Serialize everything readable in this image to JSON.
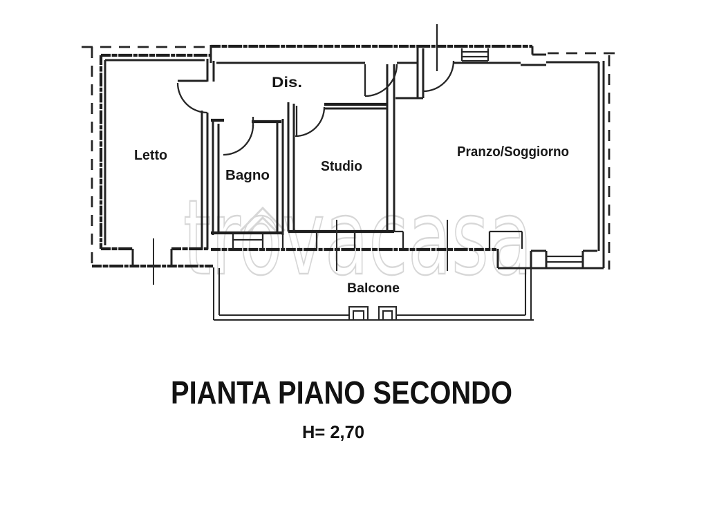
{
  "colors": {
    "ink": "#1f1f1f",
    "watermark": "#d7d7d7",
    "background": "#ffffff"
  },
  "watermark": {
    "text": "trovacasa",
    "logo_icon": "house-roof-icon"
  },
  "floor_plan": {
    "rooms": [
      {
        "id": "letto",
        "label": "Letto"
      },
      {
        "id": "bagno",
        "label": "Bagno"
      },
      {
        "id": "dis",
        "label": "Dis."
      },
      {
        "id": "studio",
        "label": "Studio"
      },
      {
        "id": "pranzo_soggiorno",
        "label": "Pranzo/Soggiorno"
      },
      {
        "id": "balcone",
        "label": "Balcone"
      }
    ]
  },
  "caption": {
    "title": "PIANTA PIANO SECONDO",
    "height_label": "H= 2,70"
  }
}
